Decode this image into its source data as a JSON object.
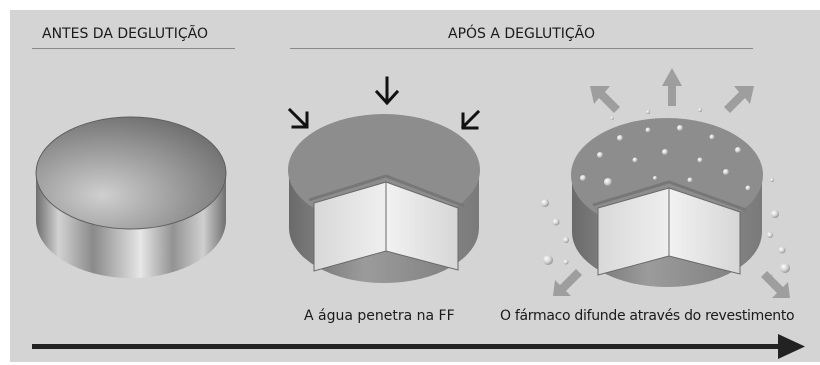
{
  "header": {
    "before_label": "ANTES DA DEGLUTIÇÃO",
    "after_label": "APÓS A DEGLUTIÇÃO"
  },
  "captions": {
    "water": "A água penetra na FF",
    "drug": "O fármaco difunde através do revestimento"
  },
  "colors": {
    "background": "#d4d4d4",
    "tablet_top": "#8d8d8d",
    "tablet_core": "#e3e3e3",
    "arrow_dark": "#111111",
    "arrow_light": "#9e9e9e"
  }
}
